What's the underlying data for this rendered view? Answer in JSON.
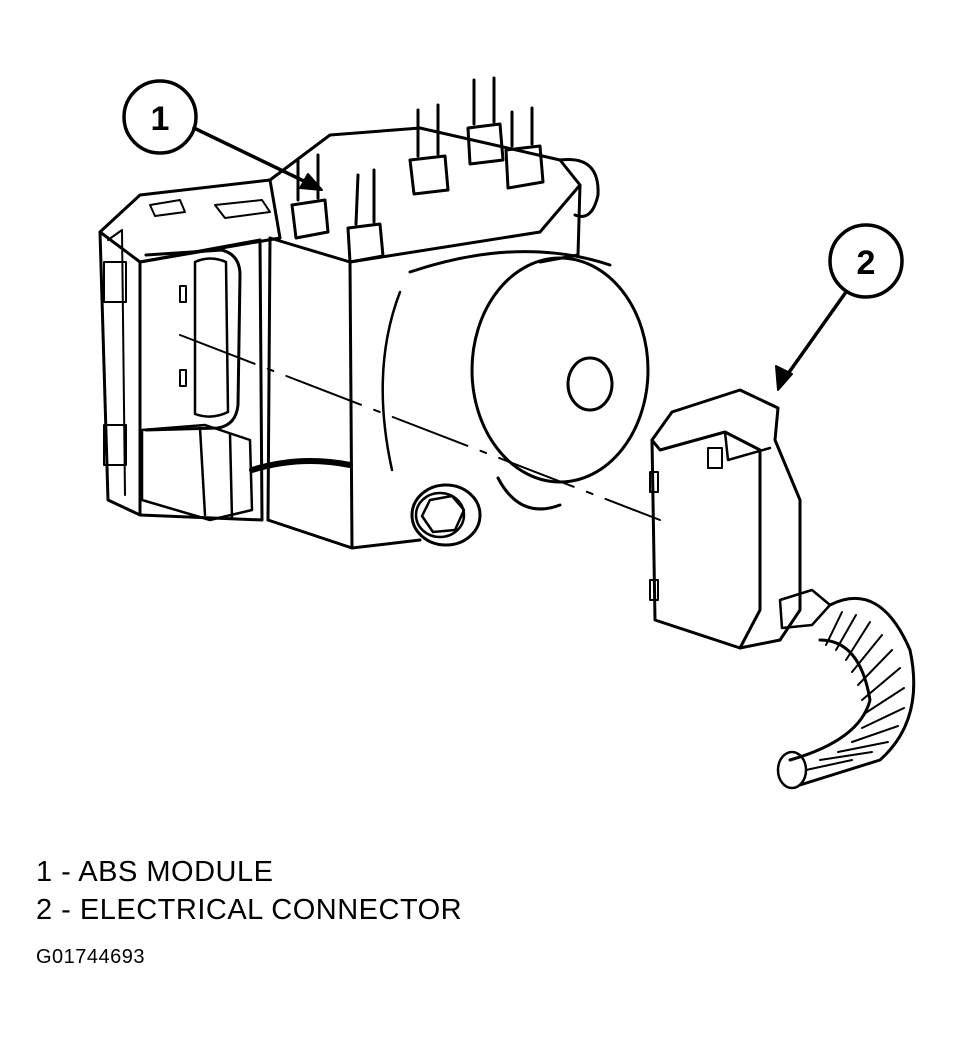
{
  "callouts": [
    {
      "number": "1"
    },
    {
      "number": "2"
    }
  ],
  "legend": [
    {
      "number": "1",
      "separator": "-",
      "label": "ABS MODULE",
      "text": "1 - ABS MODULE"
    },
    {
      "number": "2",
      "separator": "-",
      "label": "ELECTRICAL CONNECTOR",
      "text": "2 - ELECTRICAL CONNECTOR"
    }
  ],
  "figure_id": "G01744693",
  "colors": {
    "ink": "#000000",
    "paper": "#ffffff"
  }
}
